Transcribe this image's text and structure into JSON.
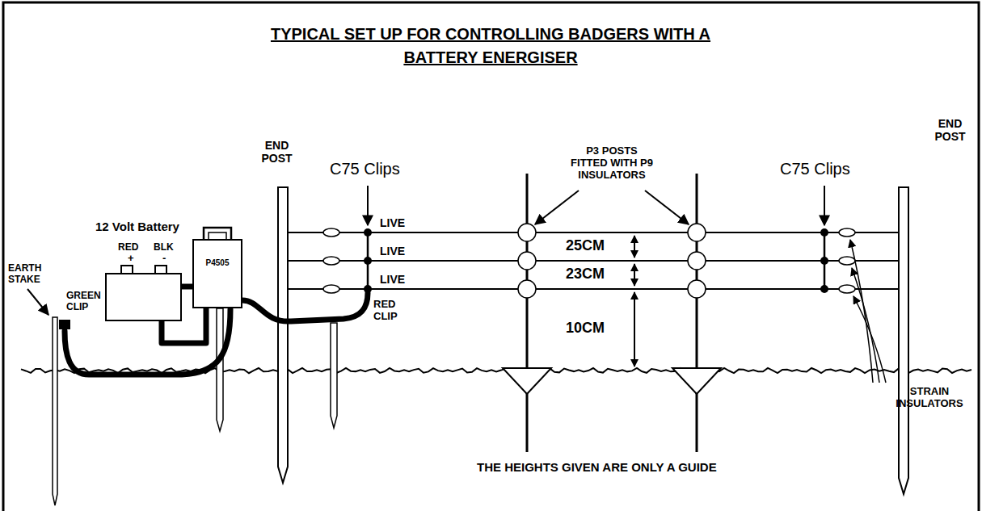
{
  "diagram": {
    "title": "TYPICAL SET UP FOR CONTROLLING BADGERS WITH A BATTERY ENERGISER",
    "nodes": [
      {
        "text": [
          "12 Volt Battery"
        ]
      },
      {
        "text": [
          "P4505"
        ]
      }
    ],
    "edges": [
      {
        "from": 0,
        "to": 1,
        "arrow": "none"
      },
      {
        "from": 0,
        "to": 1,
        "arrow": "none"
      }
    ],
    "labels": [
      "END POST",
      "C75 Clips",
      "P3 POSTS FITTED WITH P9 INSULATORS",
      "END POST",
      "C75 Clips",
      "EARTH STAKE",
      "RED",
      "+",
      "BLK",
      "-",
      "GREEN CLIP",
      "LIVE",
      "LIVE",
      "LIVE",
      "25CM",
      "23CM",
      "10CM",
      "RED CLIP",
      "STRAIN INSULATORS",
      "THE HEIGHTS GIVEN ARE ONLY A GUIDE"
    ]
  }
}
